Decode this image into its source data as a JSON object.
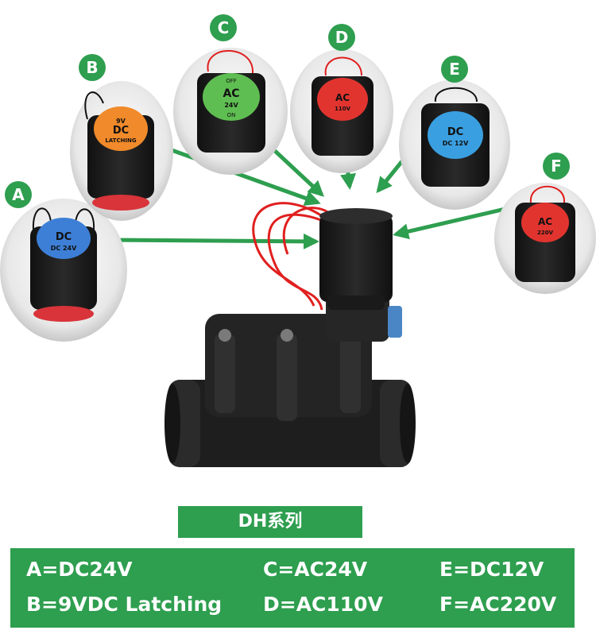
{
  "series_title": "DH系列",
  "badges": {
    "a": "A",
    "b": "B",
    "c": "C",
    "d": "D",
    "e": "E",
    "f": "F"
  },
  "coil_labels": {
    "a": {
      "type": "DC",
      "voltage": "DC 24V"
    },
    "b": {
      "type": "DC",
      "voltage": "9V",
      "note": "LATCHING"
    },
    "c": {
      "type": "AC",
      "voltage": "24V"
    },
    "d": {
      "type": "AC",
      "voltage": "110V"
    },
    "e": {
      "type": "DC",
      "voltage": "DC 12V"
    },
    "f": {
      "type": "AC",
      "voltage": "220V"
    }
  },
  "dial_text": {
    "off": "OFF",
    "on": "ON"
  },
  "legend": {
    "a": "A=DC24V",
    "b": "B=9VDC Latching",
    "c": "C=AC24V",
    "d": "D=AC110V",
    "e": "E=DC12V",
    "f": "F=AC220V"
  },
  "colors": {
    "green": "#2e9e4f",
    "coil_black": "#1c1c1c",
    "blue": "#3d7fd6",
    "orange": "#f08a2a",
    "lime": "#5fbe52",
    "red": "#e2342f",
    "sky": "#3a9fe0",
    "wire": "#e01f1f"
  }
}
